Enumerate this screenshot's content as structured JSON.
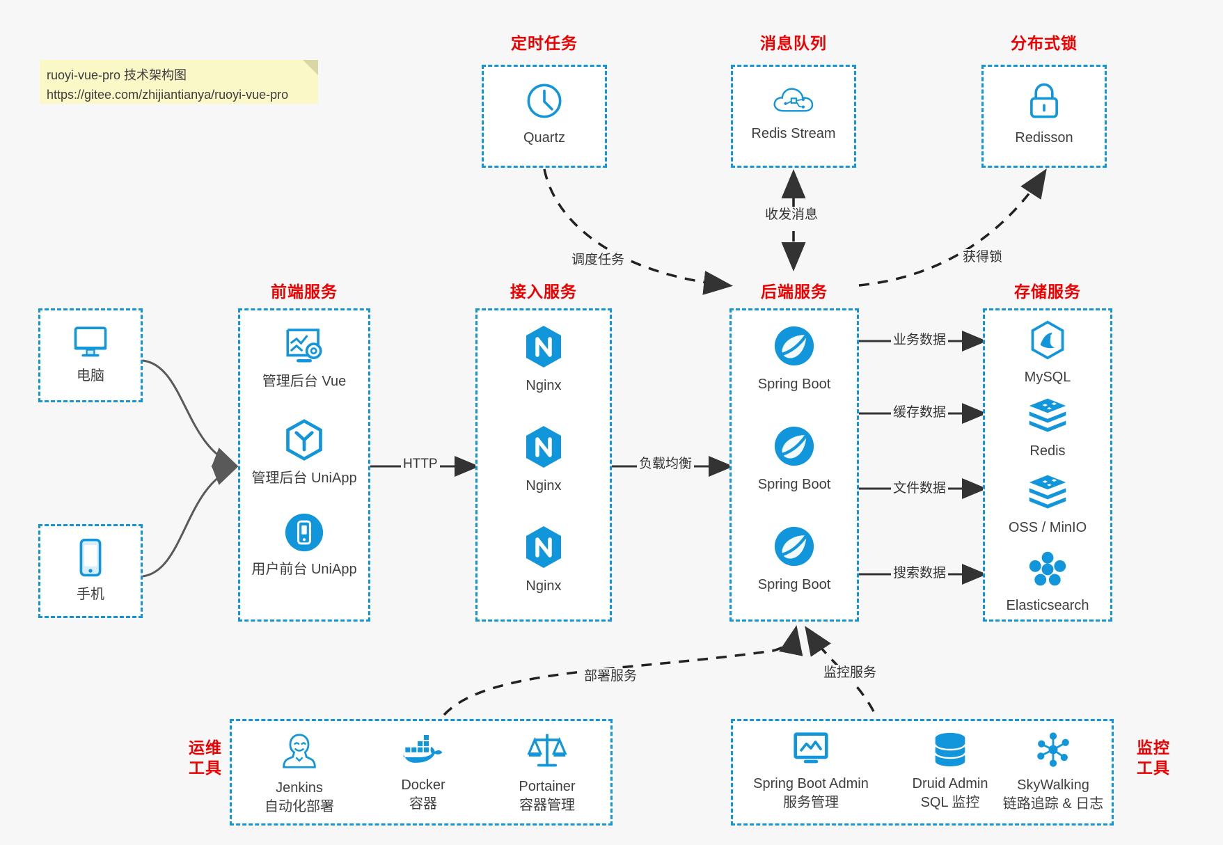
{
  "note": {
    "line1": "ruoyi-vue-pro 技术架构图",
    "line2": "https://gitee.com/zhijiantianya/ruoyi-vue-pro"
  },
  "groups": {
    "scheduler": {
      "title": "定时任务",
      "nodes": [
        {
          "label": "Quartz",
          "icon": "clock-icon"
        }
      ]
    },
    "mq": {
      "title": "消息队列",
      "nodes": [
        {
          "label": "Redis Stream",
          "icon": "cloud-stream-icon"
        }
      ]
    },
    "lock": {
      "title": "分布式锁",
      "nodes": [
        {
          "label": "Redisson",
          "icon": "lock-icon"
        }
      ]
    },
    "client_pc": {
      "title": "",
      "nodes": [
        {
          "label": "电脑",
          "icon": "desktop-icon"
        }
      ]
    },
    "client_mob": {
      "title": "",
      "nodes": [
        {
          "label": "手机",
          "icon": "phone-icon"
        }
      ]
    },
    "frontend": {
      "title": "前端服务",
      "nodes": [
        {
          "label": "管理后台 Vue",
          "icon": "dashboard-vue-icon"
        },
        {
          "label": "管理后台 UniApp",
          "icon": "uniapp-cube-icon"
        },
        {
          "label": "用户前台 UniApp",
          "icon": "mobile-app-icon"
        }
      ]
    },
    "gateway": {
      "title": "接入服务",
      "nodes": [
        {
          "label": "Nginx",
          "icon": "nginx-icon"
        },
        {
          "label": "Nginx",
          "icon": "nginx-icon"
        },
        {
          "label": "Nginx",
          "icon": "nginx-icon"
        }
      ]
    },
    "backend": {
      "title": "后端服务",
      "nodes": [
        {
          "label": "Spring Boot",
          "icon": "spring-boot-icon"
        },
        {
          "label": "Spring Boot",
          "icon": "spring-boot-icon"
        },
        {
          "label": "Spring Boot",
          "icon": "spring-boot-icon"
        }
      ]
    },
    "storage": {
      "title": "存储服务",
      "nodes": [
        {
          "label": "MySQL",
          "icon": "mysql-icon"
        },
        {
          "label": "Redis",
          "icon": "redis-icon"
        },
        {
          "label": "OSS / MinIO",
          "icon": "oss-minio-icon"
        },
        {
          "label": "Elasticsearch",
          "icon": "elasticsearch-icon"
        }
      ]
    },
    "devops": {
      "title_line1": "运维",
      "title_line2": "工具",
      "nodes": [
        {
          "label": "Jenkins",
          "sublabel": "自动化部署",
          "icon": "jenkins-icon"
        },
        {
          "label": "Docker",
          "sublabel": "容器",
          "icon": "docker-icon"
        },
        {
          "label": "Portainer",
          "sublabel": "容器管理",
          "icon": "portainer-icon"
        }
      ]
    },
    "monitor": {
      "title_line1": "监控",
      "title_line2": "工具",
      "nodes": [
        {
          "label": "Spring Boot Admin",
          "sublabel": "服务管理",
          "icon": "monitor-screen-icon"
        },
        {
          "label": "Druid Admin",
          "sublabel": "SQL 监控",
          "icon": "database-stack-icon"
        },
        {
          "label": "SkyWalking",
          "sublabel": "链路追踪 & 日志",
          "icon": "skywalking-icon"
        }
      ]
    }
  },
  "edges": {
    "http": "HTTP",
    "load_balance": "负载均衡",
    "schedule_task": "调度任务",
    "send_receive_message": "收发消息",
    "acquire_lock": "获得锁",
    "business_data": "业务数据",
    "cache_data": "缓存数据",
    "file_data": "文件数据",
    "search_data": "搜索数据",
    "deploy_service": "部署服务",
    "monitor_service": "监控服务"
  },
  "colors": {
    "accent_blue": "#1296db",
    "title_red": "#ee0000",
    "background": "#f7f7f7",
    "text": "#3f3f3f",
    "arrow": "#333333",
    "note_bg": "#fbf8c8"
  }
}
